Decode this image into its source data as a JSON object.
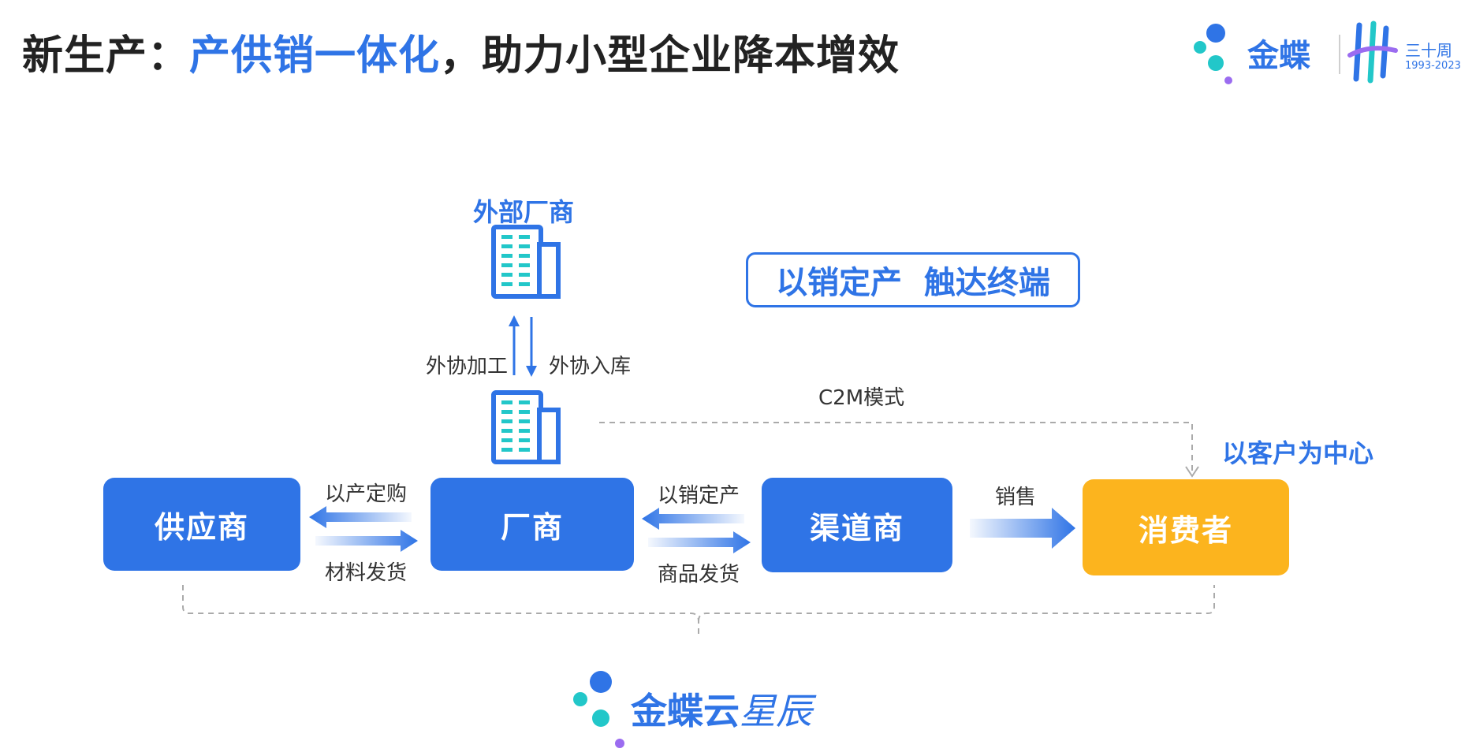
{
  "header": {
    "title_prefix": "新生产：",
    "title_highlight": "产供销一体化",
    "title_suffix": "，助力小型企业降本增效",
    "logo_text": "金蝶",
    "anniversary_text": "三十周",
    "anniversary_years": "1993-2023"
  },
  "diagram": {
    "external_vendor": "外部厂商",
    "outsource_processing": "外协加工",
    "outsource_inbound": "外协入库",
    "slogan": "以销定产  触达终端",
    "c2m_label": "C2M模式",
    "customer_center": "以客户为中心",
    "nodes": {
      "supplier": "供应商",
      "manufacturer": "厂商",
      "channel": "渠道商",
      "consumer": "消费者"
    },
    "flows": {
      "purchase_by_production": "以产定购",
      "material_shipping": "材料发货",
      "production_by_sales": "以销定产",
      "goods_shipping": "商品发货",
      "sales": "销售"
    }
  },
  "footer": {
    "brand": "金蝶云",
    "product": "星辰"
  },
  "colors": {
    "primary_blue": "#2f74e6",
    "consumer_orange": "#fcb41e",
    "teal_dot": "#22c7c9",
    "purple_dot": "#9b6cf0"
  }
}
